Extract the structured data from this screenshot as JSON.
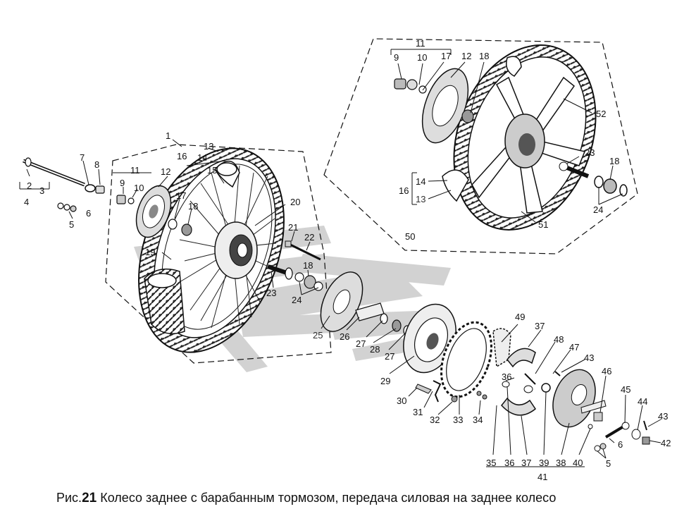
{
  "caption": {
    "prefix": "Рис.",
    "number": "21",
    "text": " Колесо заднее с барабанным тормозом, передача силовая на заднее колесо"
  },
  "labels": {
    "l1": "1",
    "l2": "2",
    "l3": "3",
    "l4": "4",
    "l5a": "5",
    "l6a": "6",
    "l7": "7",
    "l8": "8",
    "l9a": "9",
    "l10a": "10",
    "l11a": "11",
    "l12a": "12",
    "l13a": "13",
    "l14a": "14",
    "l15": "15",
    "l16a": "16",
    "l17a": "17",
    "l18a": "18",
    "l19": "19",
    "l20": "20",
    "l21": "21",
    "l22": "22",
    "l23a": "23",
    "l24a": "24",
    "l25": "25",
    "l26": "26",
    "l27a": "27",
    "l27b": "27",
    "l28": "28",
    "l29": "29",
    "l30": "30",
    "l31": "31",
    "l32": "32",
    "l33": "33",
    "l34": "34",
    "l35": "35",
    "l36a": "36",
    "l36b": "36",
    "l37a": "37",
    "l37b": "37",
    "l38": "38",
    "l39": "39",
    "l40": "40",
    "l41": "41",
    "l42": "42",
    "l43a": "43",
    "l43b": "43",
    "l44": "44",
    "l45": "45",
    "l46": "46",
    "l47": "47",
    "l48": "48",
    "l49": "49",
    "l50": "50",
    "l51": "51",
    "l52": "52",
    "r11": "11",
    "r9": "9",
    "r10": "10",
    "r17": "17",
    "r12": "12",
    "r18": "18",
    "r14": "14",
    "r16": "16",
    "r13": "13",
    "r23": "23",
    "r18b": "18",
    "r24": "24",
    "l18b": "18",
    "l5b": "5",
    "l6b": "6"
  }
}
